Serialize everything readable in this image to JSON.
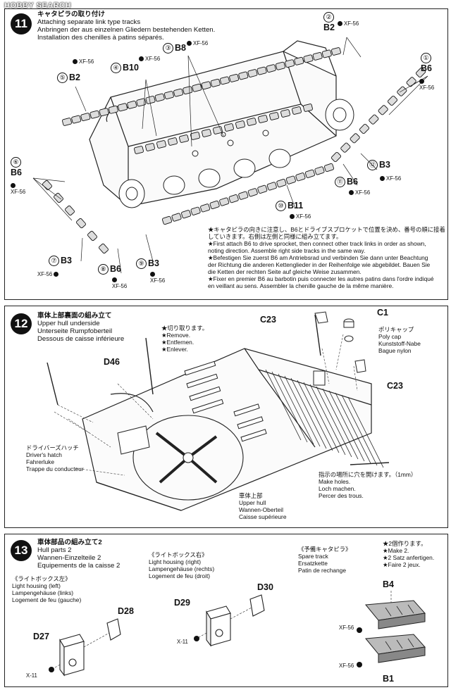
{
  "watermark": "HOBBY SEARCH",
  "step11": {
    "number": "11",
    "title_jp": "キャタピラの取り付け",
    "title_en": "Attaching separate link type tracks",
    "title_de": "Anbringen der aus einzelnen Gliedern bestehenden Ketten.",
    "title_fr": "Installation des chenilles à patins séparés.",
    "labels": [
      {
        "n": "①",
        "part": "B6",
        "paint": "XF-56"
      },
      {
        "n": "②",
        "part": "B2",
        "paint": "XF-56"
      },
      {
        "n": "③",
        "part": "B8",
        "paint": "XF-56"
      },
      {
        "n": "④",
        "part": "B10",
        "paint": "XF-56"
      },
      {
        "n": "⑤",
        "part": "B2",
        "paint": "XF-56"
      },
      {
        "n": "⑥",
        "part": "B6",
        "paint": "XF-56"
      },
      {
        "n": "⑦",
        "part": "B3",
        "paint": "XF-56"
      },
      {
        "n": "⑧",
        "part": "B6",
        "paint": "XF-56"
      },
      {
        "n": "⑨",
        "part": "B3",
        "paint": "XF-56"
      },
      {
        "n": "⑩",
        "part": "B11",
        "paint": "XF-56"
      },
      {
        "n": "⑪",
        "part": "B6",
        "paint": "XF-56"
      },
      {
        "n": "⑫",
        "part": "B3",
        "paint": "XF-56"
      }
    ],
    "note_lines": [
      "★キャタピラの向きに注意し、B6とドライブスプロケットで位置を決め、番号の順に接着",
      "していきます。右側は左側と同様に組み立てます。",
      "★First attach B6 to drive sprocket, then connect other track links in order as shown,",
      "noting direction. Assemble right side tracks in the same way.",
      "★Befestigen Sie zuerst B6 am Antriebsrad und verbinden Sie dann unter Beachtung",
      "der Richtung die anderen Kettenglieder in der Reihenfolge wie abgebildet. Bauen Sie",
      "die Ketten der rechten Seite auf gleiche Weise zusammen.",
      "★Fixer en premier B6 au barbotin puis connecter les autres patins dans l'ordre indiqué",
      "en veillant au sens. Assembler la chenille gauche de la même manière."
    ]
  },
  "step12": {
    "number": "12",
    "title_jp": "車体上部裏面の組み立て",
    "title_en": "Upper hull underside",
    "title_de": "Unterseite Rumpfoberteil",
    "title_fr": "Dessous de caisse inférieure",
    "remove_lines": [
      "★切り取ります。",
      "★Remove.",
      "★Entfernen.",
      "★Enlever."
    ],
    "polycap_lines": [
      "ポリキャップ",
      "Poly cap",
      "Kunststoff-Nabe",
      "Bague nylon"
    ],
    "hatch_lines": [
      "ドライバーズハッチ",
      "Driver's hatch",
      "Fahrerluke",
      "Trappe du conducteur"
    ],
    "holes_lines": [
      "指示の場所に穴を開けます。（1mm）",
      "Make holes.",
      "Loch machen.",
      "Percer des trous."
    ],
    "hull_lines": [
      "車体上部",
      "Upper hull",
      "Wannen-Oberteil",
      "Caisse supérieure"
    ],
    "parts": {
      "c1": "C1",
      "c23a": "C23",
      "c23b": "C23",
      "d46": "D46"
    }
  },
  "step13": {
    "number": "13",
    "title_jp": "車体部品の組み立て2",
    "title_en": "Hull parts 2",
    "title_de": "Wannen-Einzelteile 2",
    "title_fr": "Equipements de la caisse 2",
    "left_lines": [
      "《ライトボックス左》",
      "Light housing (left)",
      "Lampengehäuse (links)",
      "Logement de feu (gauche)"
    ],
    "right_lines": [
      "《ライトボックス右》",
      "Light housing (right)",
      "Lampengehäuse (rechts)",
      "Logement de feu (droit)"
    ],
    "spare_lines": [
      "《予備キャタピラ》",
      "Spare track",
      "Ersatzkette",
      "Patin de rechange"
    ],
    "make2_lines": [
      "★2個作ります。",
      "★Make 2.",
      "★2 Satz anfertigen.",
      "★Faire 2 jeux."
    ],
    "parts": {
      "d27": "D27",
      "d28": "D28",
      "d29": "D29",
      "d30": "D30",
      "b4": "B4",
      "b1": "B1"
    },
    "paints": {
      "x11a": "X-11",
      "x11b": "X-11",
      "xf56a": "XF-56",
      "xf56b": "XF-56"
    }
  },
  "colors": {
    "ink": "#111111",
    "paper": "#ffffff",
    "panel_border": "#222222"
  }
}
